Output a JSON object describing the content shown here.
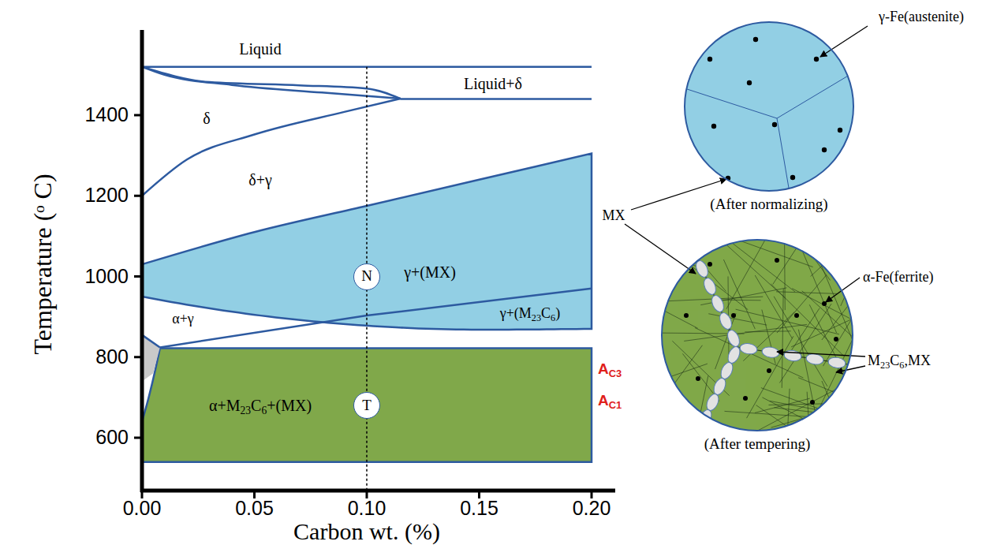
{
  "diagram": {
    "nodes": [
      {
        "text": [
          "N"
        ]
      },
      {
        "text": [
          "T"
        ]
      },
      {
        "text": [
          "(After normalizing)"
        ]
      },
      {
        "text": [
          "(After tempering)"
        ]
      }
    ],
    "labels": [
      "Liquid",
      "Liquid+δ",
      "δ",
      "δ+γ",
      "γ+(MX)",
      "γ+(M23C6)",
      "α+γ",
      "AC3",
      "AC1",
      "α+M23C6+(MX)",
      "1400",
      "1200",
      "1000",
      "800",
      "600",
      "0.00",
      "0.05",
      "0.10",
      "0.15",
      "0.20",
      "Temperature (ᵒ C)",
      "Carbon wt. (%)",
      "γ-Fe(austenite)",
      "MX",
      "α-Fe(ferrite)",
      "M23C6,MX"
    ]
  }
}
